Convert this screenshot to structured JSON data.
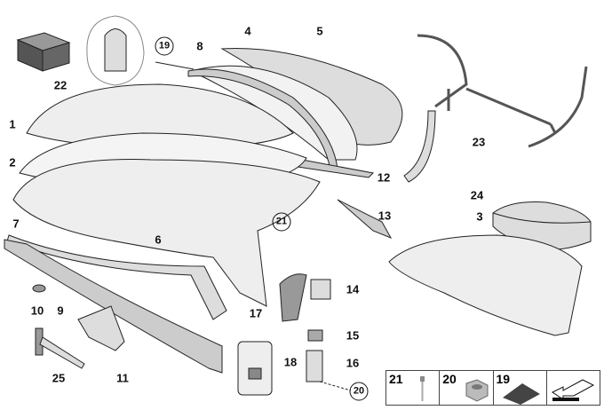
{
  "title": "Convertible hard top parts diagram",
  "part_labels": {
    "p1": "1",
    "p2": "2",
    "p3": "3",
    "p4": "4",
    "p5": "5",
    "p6": "6",
    "p7": "7",
    "p8": "8",
    "p9": "9",
    "p10": "10",
    "p11": "11",
    "p12": "12",
    "p13": "13",
    "p14": "14",
    "p15": "15",
    "p16": "16",
    "p17": "17",
    "p18": "18",
    "p19": "19",
    "p20": "20",
    "p21": "21",
    "p22": "22",
    "p23": "23",
    "p24": "24",
    "p25": "25"
  },
  "legend": {
    "items": [
      "21",
      "20",
      "19"
    ]
  },
  "colors": {
    "part_fill": "#e8e8e8",
    "line": "#222",
    "dark": "#444"
  }
}
